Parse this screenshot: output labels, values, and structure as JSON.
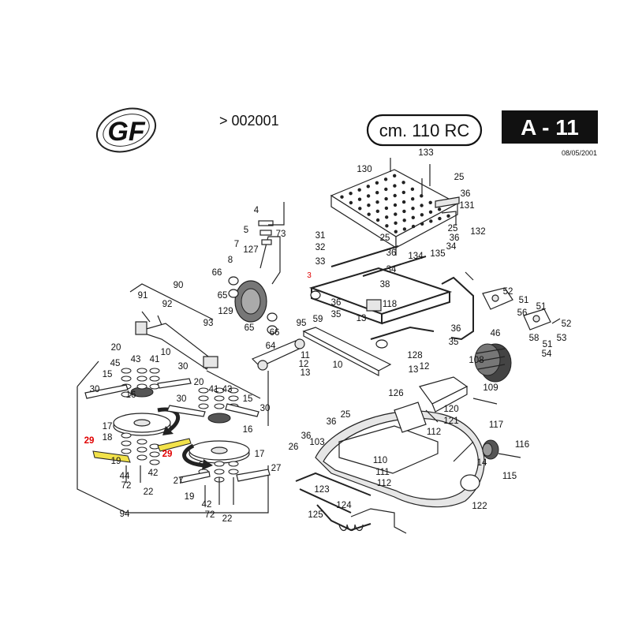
{
  "header": {
    "logo_text": "GF",
    "serial": "> 002001",
    "model": "cm. 110 RC",
    "page_code": "A - 11",
    "date": "08/05/2001"
  },
  "colors": {
    "callout": "#111111",
    "highlight_callout": "#e00000",
    "highlight_part": "#f2e24a",
    "line": "#222222"
  },
  "callouts": [
    {
      "id": "c133",
      "text": "133"
    },
    {
      "id": "c130",
      "text": "130"
    },
    {
      "id": "c25a",
      "text": "25"
    },
    {
      "id": "c36a",
      "text": "36"
    },
    {
      "id": "c131",
      "text": "131"
    },
    {
      "id": "c25b",
      "text": "25"
    },
    {
      "id": "c36b",
      "text": "36"
    },
    {
      "id": "c132",
      "text": "132"
    },
    {
      "id": "c31",
      "text": "31"
    },
    {
      "id": "c32",
      "text": "32"
    },
    {
      "id": "c25c",
      "text": "25"
    },
    {
      "id": "c36c",
      "text": "36"
    },
    {
      "id": "c134",
      "text": "134"
    },
    {
      "id": "c135",
      "text": "135"
    },
    {
      "id": "c34a",
      "text": "34"
    },
    {
      "id": "c33",
      "text": "33"
    },
    {
      "id": "c34b",
      "text": "34"
    },
    {
      "id": "c3",
      "text": "3"
    },
    {
      "id": "c38",
      "text": "38"
    },
    {
      "id": "c36d",
      "text": "36"
    },
    {
      "id": "c35a",
      "text": "35"
    },
    {
      "id": "c118",
      "text": "118"
    },
    {
      "id": "c13a",
      "text": "13"
    },
    {
      "id": "c128",
      "text": "128"
    },
    {
      "id": "c36e",
      "text": "36"
    },
    {
      "id": "c35b",
      "text": "35"
    },
    {
      "id": "c4",
      "text": "4"
    },
    {
      "id": "c5",
      "text": "5"
    },
    {
      "id": "c73",
      "text": "73"
    },
    {
      "id": "c7",
      "text": "7"
    },
    {
      "id": "c127",
      "text": "127"
    },
    {
      "id": "c8",
      "text": "8"
    },
    {
      "id": "c66a",
      "text": "66"
    },
    {
      "id": "c65a",
      "text": "65"
    },
    {
      "id": "c129",
      "text": "129"
    },
    {
      "id": "c65b",
      "text": "65"
    },
    {
      "id": "c66b",
      "text": "66"
    },
    {
      "id": "c90",
      "text": "90"
    },
    {
      "id": "c91",
      "text": "91"
    },
    {
      "id": "c92",
      "text": "92"
    },
    {
      "id": "c93",
      "text": "93"
    },
    {
      "id": "c10a",
      "text": "10"
    },
    {
      "id": "c95",
      "text": "95"
    },
    {
      "id": "c59",
      "text": "59"
    },
    {
      "id": "c64",
      "text": "64"
    },
    {
      "id": "c11",
      "text": "11"
    },
    {
      "id": "c12a",
      "text": "12"
    },
    {
      "id": "c13b",
      "text": "13"
    },
    {
      "id": "c10b",
      "text": "10"
    },
    {
      "id": "c52a",
      "text": "52"
    },
    {
      "id": "c51a",
      "text": "51"
    },
    {
      "id": "c56",
      "text": "56"
    },
    {
      "id": "c51b",
      "text": "51"
    },
    {
      "id": "c52b",
      "text": "52"
    },
    {
      "id": "c58",
      "text": "58"
    },
    {
      "id": "c51c",
      "text": "51"
    },
    {
      "id": "c54",
      "text": "54"
    },
    {
      "id": "c53",
      "text": "53"
    },
    {
      "id": "c46",
      "text": "46"
    },
    {
      "id": "c108",
      "text": "108"
    },
    {
      "id": "c13c",
      "text": "13"
    },
    {
      "id": "c12b",
      "text": "12"
    },
    {
      "id": "c109",
      "text": "109"
    },
    {
      "id": "c126",
      "text": "126"
    },
    {
      "id": "c120",
      "text": "120"
    },
    {
      "id": "c121",
      "text": "121"
    },
    {
      "id": "c112a",
      "text": "112"
    },
    {
      "id": "c36f",
      "text": "36"
    },
    {
      "id": "c25d",
      "text": "25"
    },
    {
      "id": "c36g",
      "text": "36"
    },
    {
      "id": "c103",
      "text": "103"
    },
    {
      "id": "c26",
      "text": "26"
    },
    {
      "id": "c110",
      "text": "110"
    },
    {
      "id": "c111",
      "text": "111"
    },
    {
      "id": "c112b",
      "text": "112"
    },
    {
      "id": "c123",
      "text": "123"
    },
    {
      "id": "c124",
      "text": "124"
    },
    {
      "id": "c125",
      "text": "125"
    },
    {
      "id": "c122",
      "text": "122"
    },
    {
      "id": "c117",
      "text": "117"
    },
    {
      "id": "c116",
      "text": "116"
    },
    {
      "id": "c14",
      "text": "14"
    },
    {
      "id": "c115",
      "text": "115"
    },
    {
      "id": "c20a",
      "text": "20"
    },
    {
      "id": "c45",
      "text": "45"
    },
    {
      "id": "c43a",
      "text": "43"
    },
    {
      "id": "c41a",
      "text": "41"
    },
    {
      "id": "c15a",
      "text": "15"
    },
    {
      "id": "c30a",
      "text": "30"
    },
    {
      "id": "c30b",
      "text": "30"
    },
    {
      "id": "c16a",
      "text": "16"
    },
    {
      "id": "c17a",
      "text": "17"
    },
    {
      "id": "c18",
      "text": "18"
    },
    {
      "id": "c29a",
      "text": "29"
    },
    {
      "id": "c19a",
      "text": "19"
    },
    {
      "id": "c44",
      "text": "44"
    },
    {
      "id": "c72a",
      "text": "72"
    },
    {
      "id": "c42a",
      "text": "42"
    },
    {
      "id": "c22a",
      "text": "22"
    },
    {
      "id": "c94",
      "text": "94"
    },
    {
      "id": "c30c",
      "text": "30"
    },
    {
      "id": "c20b",
      "text": "20"
    },
    {
      "id": "c41b",
      "text": "41"
    },
    {
      "id": "c43b",
      "text": "43"
    },
    {
      "id": "c15b",
      "text": "15"
    },
    {
      "id": "c30d",
      "text": "30"
    },
    {
      "id": "c16b",
      "text": "16"
    },
    {
      "id": "c29b",
      "text": "29"
    },
    {
      "id": "c17b",
      "text": "17"
    },
    {
      "id": "c27a",
      "text": "27"
    },
    {
      "id": "c27b",
      "text": "27"
    },
    {
      "id": "c19b",
      "text": "19"
    },
    {
      "id": "c42b",
      "text": "42"
    },
    {
      "id": "c72b",
      "text": "72"
    },
    {
      "id": "c22b",
      "text": "22"
    }
  ]
}
